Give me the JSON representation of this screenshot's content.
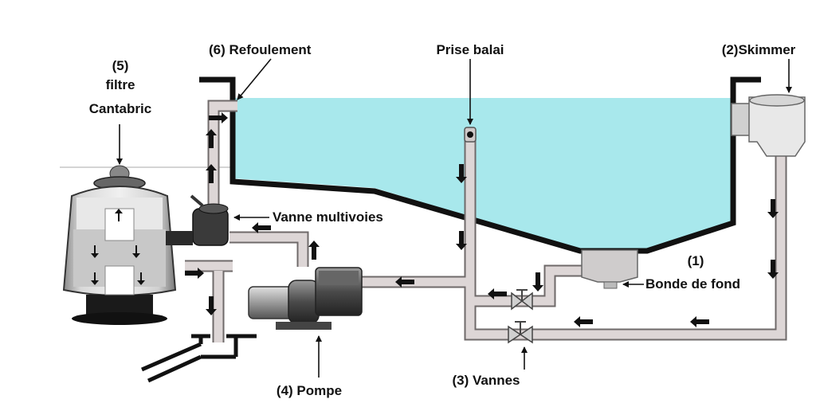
{
  "labels": {
    "refoulement": "(6) Refoulement",
    "prise_balai": "Prise balai",
    "skimmer": "(2)Skimmer",
    "filtre_num": "(5)",
    "filtre_word": "filtre",
    "filtre_name": "Cantabric",
    "vanne_multivoies": "Vanne multivoies",
    "bonde_num": "(1)",
    "bonde_name": "Bonde de fond",
    "vannes": "(3) Vannes",
    "pompe": "(4) Pompe"
  },
  "colors": {
    "water": "#a8e8ec",
    "pipe": "#d9d2d2",
    "pipe_outline": "#6f6a6a",
    "pool_wall": "#111111",
    "flow_arrow": "#111111"
  },
  "icons": {
    "flow": "flow-arrow-icon",
    "valve": "valve-icon"
  }
}
